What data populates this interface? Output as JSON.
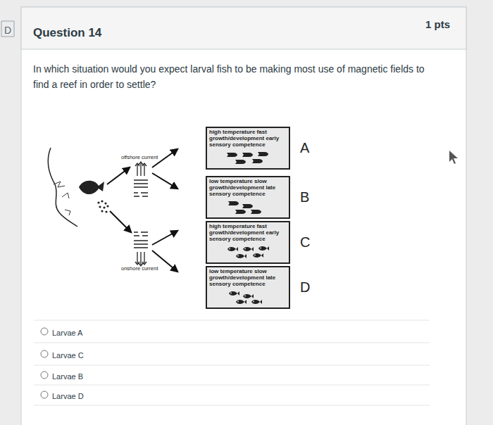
{
  "diagram": {
    "title": "Question 14",
    "nodes": [
      {
        "text": [
          "high temperature fast growth/development early sensory competence",
          "A"
        ]
      },
      {
        "text": [
          "low temperature slow growth/development late sensory competence",
          "B"
        ]
      },
      {
        "text": [
          "high temperature fast growth/development early sensory competence",
          "C"
        ]
      },
      {
        "text": [
          "low temperature slow growth/development late sensory competence",
          "D"
        ]
      }
    ],
    "labels": [
      "D",
      "1 pts",
      "In which situation would you expect larval fish to be making most use of magnetic fields to find a reef in order to settle?",
      "offshore current",
      "onshore current",
      "Larvae A",
      "Larvae C",
      "Larvae B",
      "Larvae D"
    ]
  }
}
